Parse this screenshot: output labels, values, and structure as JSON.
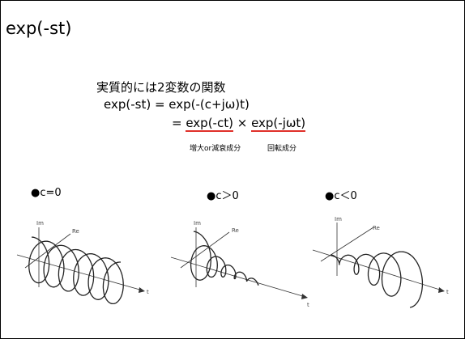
{
  "slide": {
    "title": "exp(-st)",
    "subtitle": "実質的には2変数の関数",
    "eq_line1": "exp(-st) = exp(-(c+jω)t)",
    "eq_line2_prefix": "= ",
    "eq_line2_term1": "exp(-ct)",
    "eq_line2_times": " × ",
    "eq_line2_term2": "exp(-jωt)",
    "note_growth": "増大or減衰成分",
    "note_rotation": "回転成分",
    "underline_color": "#e0302a"
  },
  "cases": [
    {
      "label": "c=0",
      "axis_im": "Im",
      "axis_re": "Re",
      "axis_t": "t"
    },
    {
      "label": "c＞0",
      "axis_im": "Im",
      "axis_re": "Re",
      "axis_t": "t"
    },
    {
      "label": "c＜0",
      "axis_im": "Im",
      "axis_re": "Re",
      "axis_t": "t"
    }
  ],
  "bullet": "●"
}
